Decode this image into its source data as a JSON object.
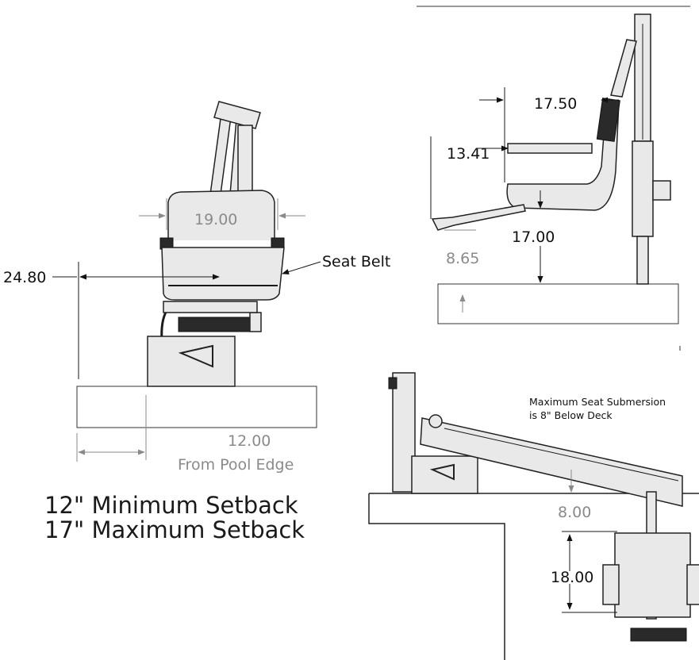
{
  "front_view": {
    "seat_width": "19.00",
    "height_to_seat": "24.80",
    "seat_belt_label": "Seat Belt",
    "distance_from_edge": "12.00",
    "from_pool_edge_label": "From Pool Edge"
  },
  "side_view": {
    "armrest_span": "17.50",
    "armrest_height": "13.41",
    "seat_height": "17.00",
    "footrest_height": "8.65"
  },
  "submerged_view": {
    "note_line1": "Maximum Seat Submersion",
    "note_line2": "is 8\" Below Deck",
    "submersion_depth": "8.00",
    "seat_depth": "18.00"
  },
  "setback": {
    "minimum": "12\" Minimum Setback",
    "maximum": "17\" Maximum Setback"
  }
}
